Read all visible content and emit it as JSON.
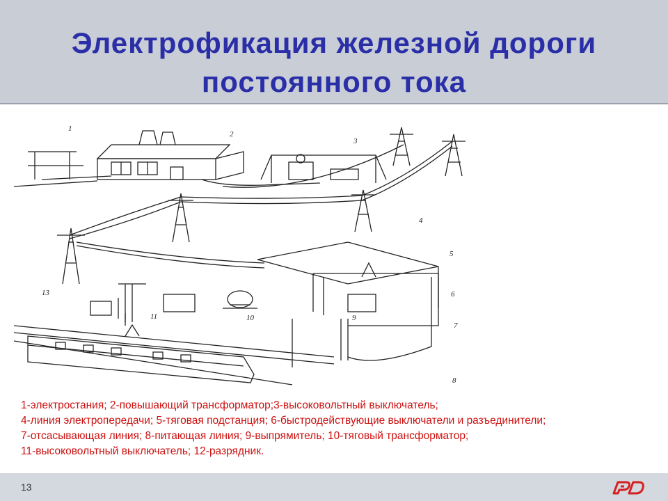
{
  "slide": {
    "title_line1": "Электрофикация железной дороги",
    "title_line2": "постоянного тока",
    "page_number": "13"
  },
  "caption": {
    "lines": [
      "1-электростания; 2-повышающий трансформатор;3-высоковольтный выключатель;",
      "4-линия электропередачи; 5-тяговая подстанция; 6-быстродействующие выключатели и разъединители;",
      "7-отсасывающая линия; 8-питающая линия; 9-выпрямитель; 10-тяговый трансформатор;",
      "11-высоковольтный выключатель; 12-разрядник."
    ]
  },
  "diagram": {
    "callouts": [
      "1",
      "2",
      "3",
      "4",
      "5",
      "6",
      "7",
      "8",
      "9",
      "10",
      "11",
      "13"
    ]
  },
  "colors": {
    "title": "#2a2fa8",
    "caption": "#cc1010",
    "header_bg": "#c8cdd6",
    "logo": "#d62020"
  },
  "icons": {
    "logo": "rzd-logo-icon"
  }
}
